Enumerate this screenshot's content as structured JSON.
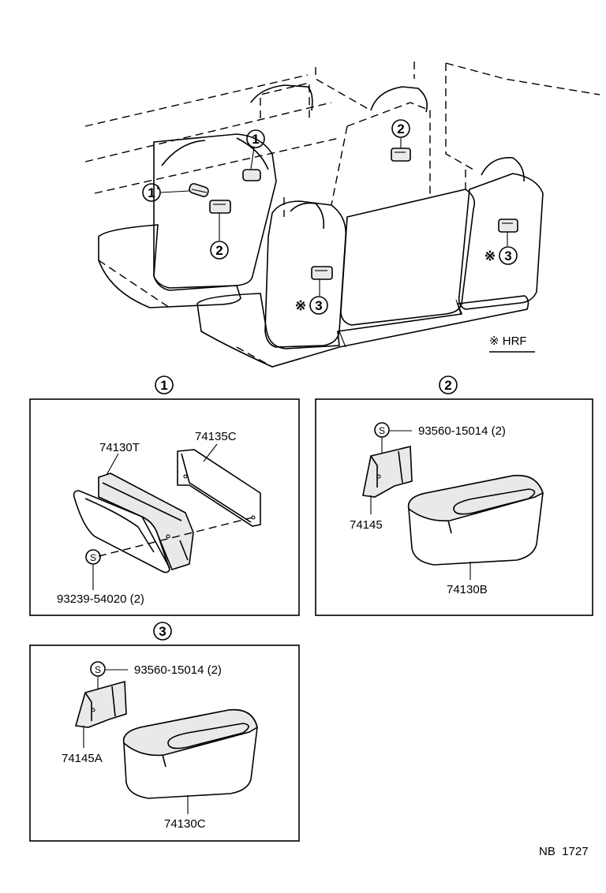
{
  "callouts": {
    "one": "1",
    "two": "2",
    "three": "3",
    "asterisk": "※"
  },
  "legend": {
    "hrf_note": "※ HRF"
  },
  "detail_1": {
    "index": "1",
    "parts": {
      "tray": "74130T",
      "bracket": "74135C",
      "screw_symbol": "S",
      "screw": "93239-54020 (2)"
    }
  },
  "detail_2": {
    "index": "2",
    "parts": {
      "screw_symbol": "S",
      "screw": "93560-15014 (2)",
      "bracket": "74145",
      "tray": "74130B"
    }
  },
  "detail_3": {
    "index": "3",
    "parts": {
      "screw_symbol": "S",
      "screw": "93560-15014 (2)",
      "bracket": "74145A",
      "tray": "74130C"
    }
  },
  "footer": {
    "code": "NB  1727"
  }
}
